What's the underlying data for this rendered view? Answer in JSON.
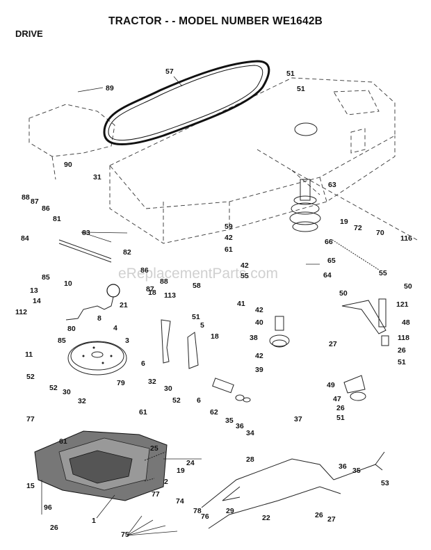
{
  "page": {
    "title": "TRACTOR - - MODEL NUMBER WE1642B",
    "section": "DRIVE",
    "watermark": "eReplacementParts.com"
  },
  "callouts": {
    "c57": "57",
    "c51a": "51",
    "c51b": "51",
    "c89": "89",
    "c90": "90",
    "c31": "31",
    "c63": "63",
    "c19a": "19",
    "c72": "72",
    "c70": "70",
    "c116": "116",
    "c88a": "88",
    "c87a": "87",
    "c86a": "86",
    "c81": "81",
    "c83": "83",
    "c82": "82",
    "c84": "84",
    "c59": "59",
    "c42a": "42",
    "c61a": "61",
    "c66": "66",
    "c42b": "42",
    "c55a": "55",
    "c65": "65",
    "c64": "64",
    "c55b": "55",
    "c85a": "85",
    "c86b": "86",
    "c88b": "88",
    "c87b": "87",
    "c58": "58",
    "c10": "10",
    "c13": "13",
    "c14": "14",
    "c21": "21",
    "c112": "112",
    "c8": "8",
    "c80": "80",
    "c85b": "85",
    "c11": "11",
    "c18a": "18",
    "c113": "113",
    "c51c": "51",
    "c5": "5",
    "c18b": "18",
    "c41": "41",
    "c42c": "42",
    "c40": "40",
    "c38": "38",
    "c42d": "42",
    "c39": "39",
    "c50a": "50",
    "c50b": "50",
    "c121": "121",
    "c48": "48",
    "c27a": "27",
    "c118": "118",
    "c26a": "26",
    "c51d": "51",
    "c4": "4",
    "c3": "3",
    "c6a": "6",
    "c6b": "6",
    "c52a": "52",
    "c52b": "52",
    "c30a": "30",
    "c32a": "32",
    "c79": "79",
    "c32b": "32",
    "c30b": "30",
    "c52c": "52",
    "c77a": "77",
    "c61b": "61",
    "c61c": "61",
    "c62": "62",
    "c35a": "35",
    "c36a": "36",
    "c34": "34",
    "c49": "49",
    "c47": "47",
    "c26b": "26",
    "c51e": "51",
    "c37": "37",
    "c25": "25",
    "c24": "24",
    "c19b": "19",
    "c2": "2",
    "c28": "28",
    "c36b": "36",
    "c35b": "35",
    "c53": "53",
    "c15": "15",
    "c77b": "77",
    "c96": "96",
    "c74": "74",
    "c1": "1",
    "c29": "29",
    "c26c": "26",
    "c78": "78",
    "c76": "76",
    "c75": "75",
    "c22": "22",
    "c26d": "26",
    "c27b": "27"
  }
}
